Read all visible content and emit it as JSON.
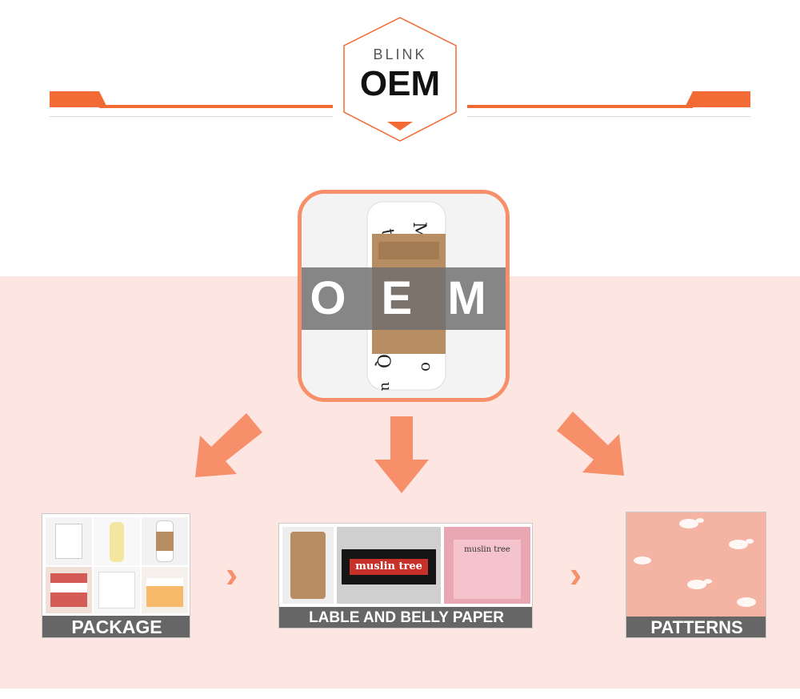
{
  "header": {
    "brand": "BLINK",
    "title": "OEM",
    "accent_color": "#f26b35"
  },
  "hero": {
    "label": "O E M",
    "icon": "rolled-muslin-product-image",
    "border_color": "#f7906a"
  },
  "arrows": {
    "color": "#f7906a",
    "down_icons": [
      "arrow-down-left-icon",
      "arrow-down-icon",
      "arrow-down-right-icon"
    ],
    "chevron": "›"
  },
  "cards": [
    {
      "caption": "PACKAGE",
      "icon": "package-photos"
    },
    {
      "caption": "LABLE AND BELLY PAPER",
      "icon": "label-photos"
    },
    {
      "caption": "PATTERNS",
      "icon": "bunny-pattern-fabric"
    }
  ],
  "labels": {
    "woven_label": "muslin tree",
    "care_label": "muslin tree"
  },
  "band_color": "#fde6e1"
}
